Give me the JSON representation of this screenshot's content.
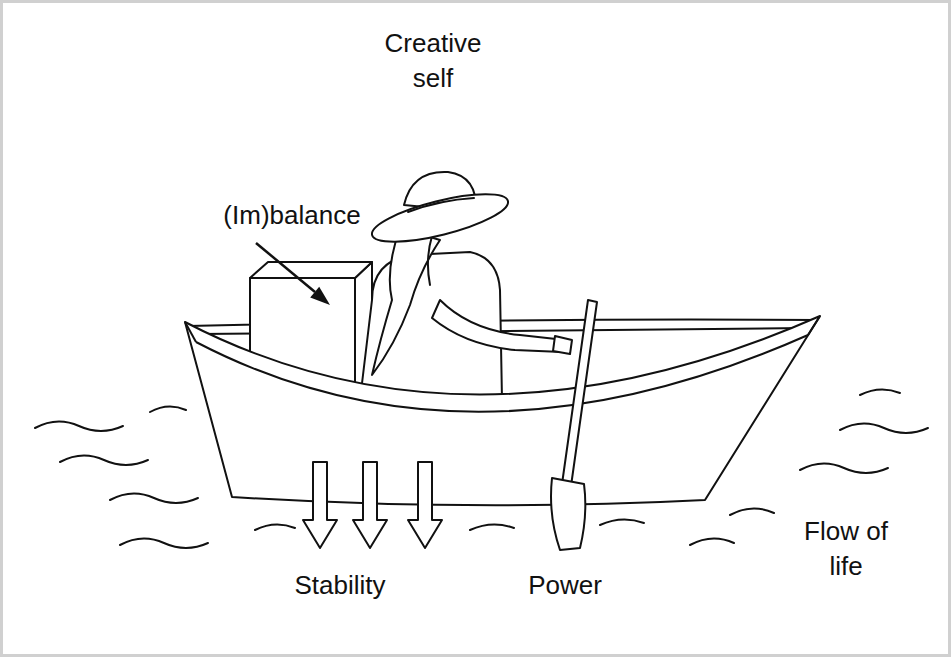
{
  "diagram": {
    "labels": [
      "Creative self",
      "(Im)balance",
      "Stability",
      "Power",
      "Flow of life"
    ]
  }
}
